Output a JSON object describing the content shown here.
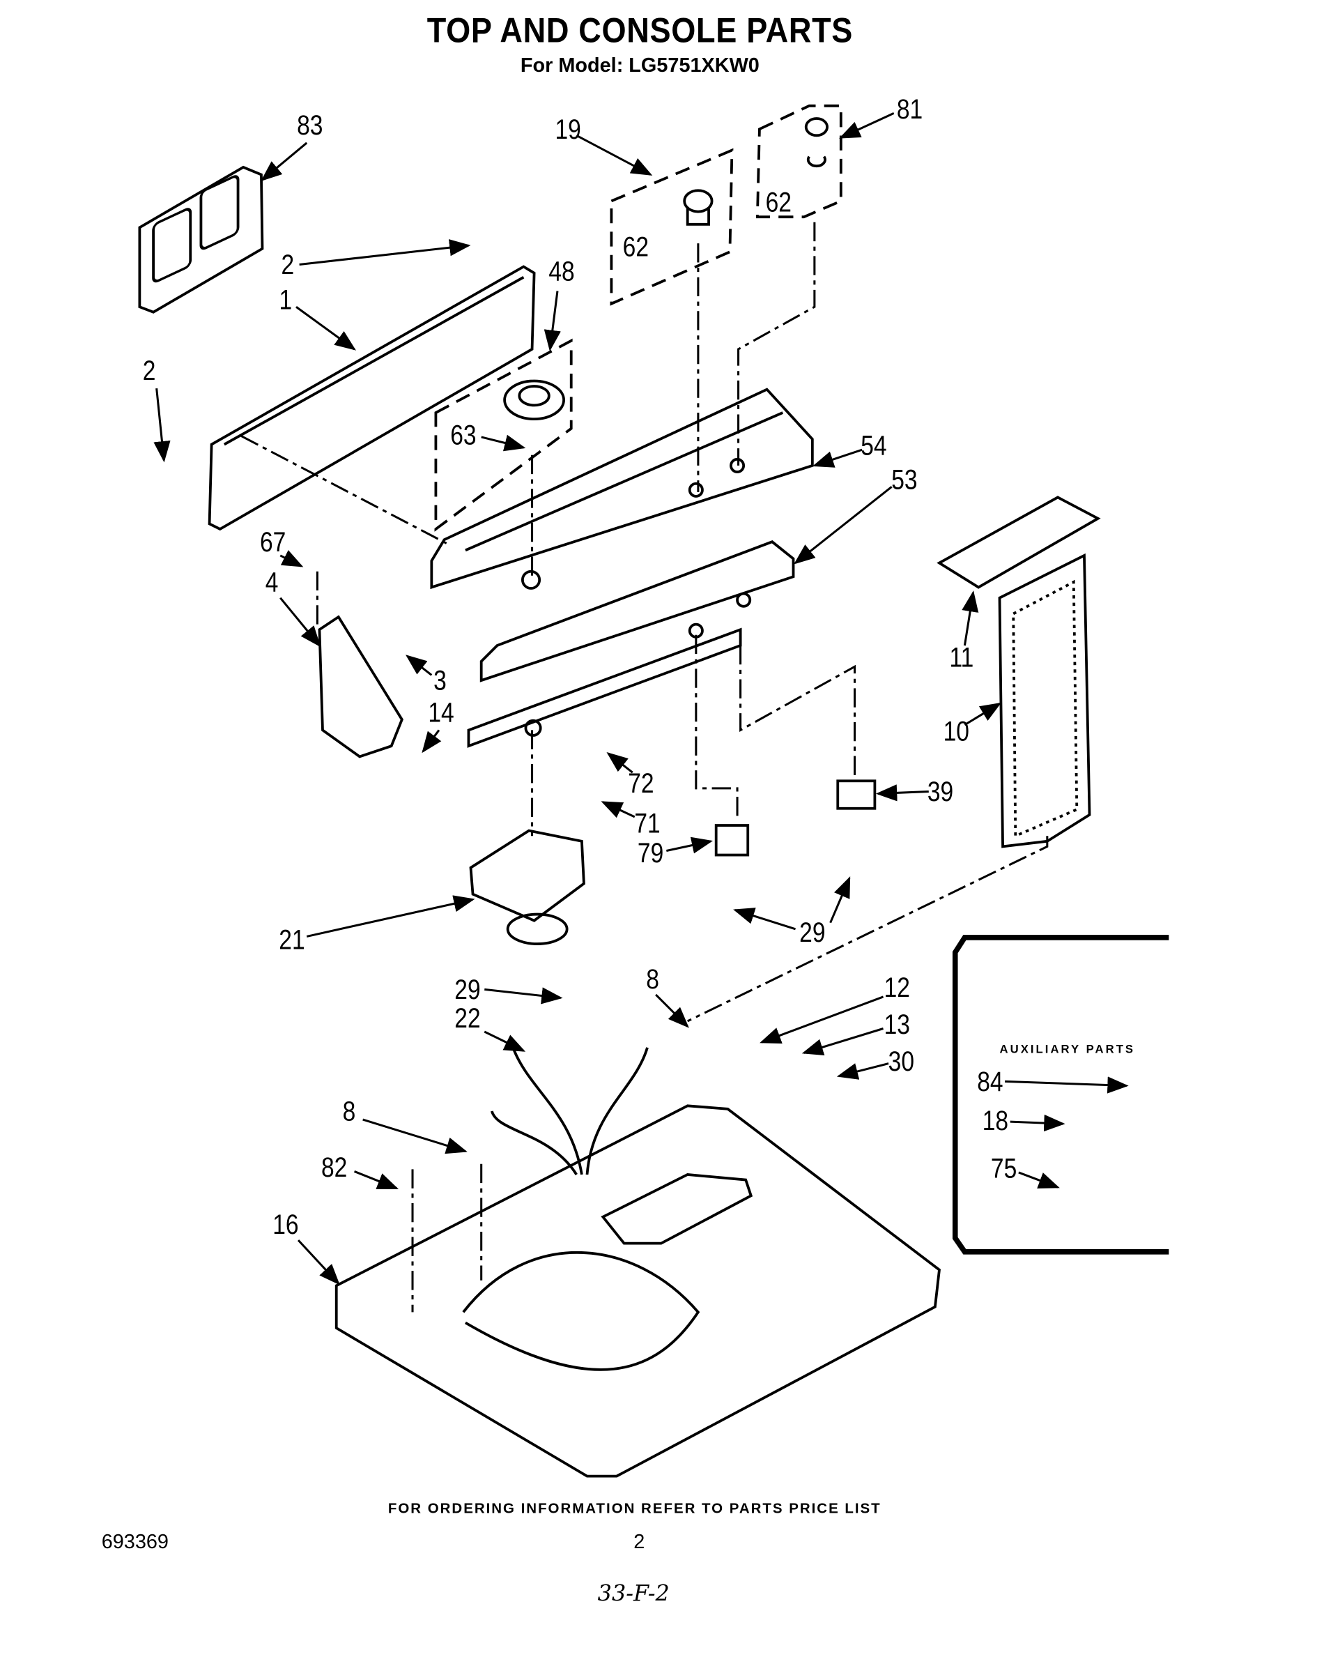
{
  "title": "TOP AND CONSOLE PARTS",
  "subtitle": "For Model: LG5751XKW0",
  "callouts": [
    "83",
    "19",
    "81",
    "62",
    "62",
    "2",
    "48",
    "1",
    "2",
    "63",
    "54",
    "53",
    "67",
    "4",
    "3",
    "14",
    "11",
    "10",
    "72",
    "39",
    "71",
    "79",
    "29",
    "21",
    "29",
    "8",
    "12",
    "22",
    "13",
    "30",
    "84",
    "18",
    "75",
    "8",
    "82",
    "16"
  ],
  "auxiliary_title": "AUXILIARY PARTS",
  "footer": "FOR ORDERING INFORMATION REFER TO PARTS PRICE LIST",
  "doc_number": "693369",
  "page_number": "2",
  "handwritten_note": "33-F-2"
}
